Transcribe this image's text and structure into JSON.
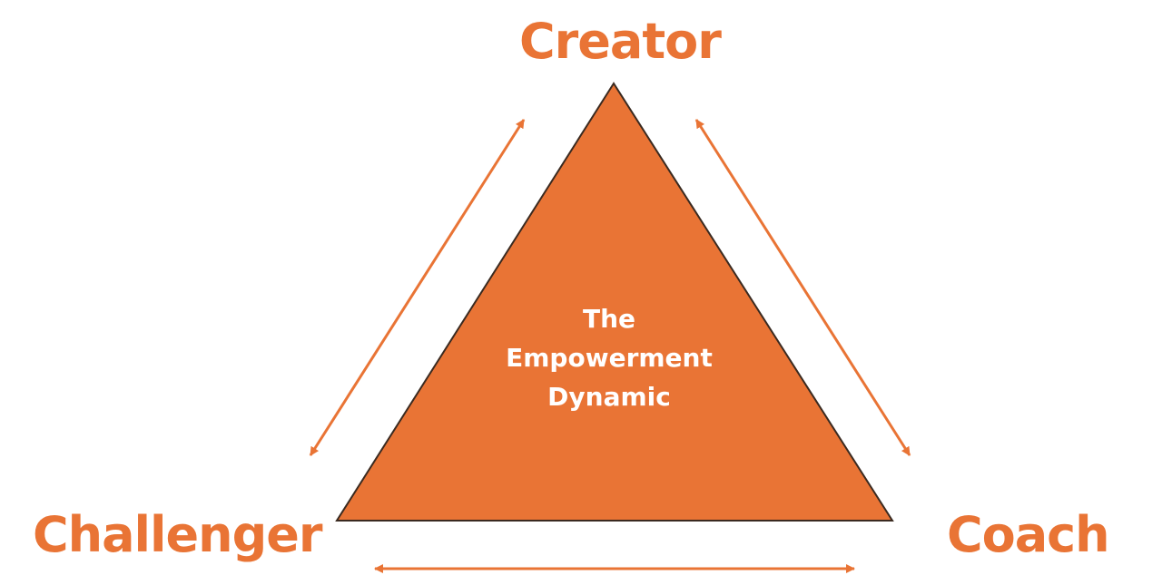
{
  "colors": {
    "accent": "#E97435",
    "outline": "#3a2a20",
    "background": "#FFFFFF",
    "center_text": "#FFFFFF"
  },
  "roles": {
    "top": "Creator",
    "bottom_left": "Challenger",
    "bottom_right": "Coach"
  },
  "center": {
    "line1": "The",
    "line2": "Empowerment",
    "line3": "Dynamic"
  },
  "connectors": {
    "count": 3,
    "style": "double-headed-arrow",
    "icon": "double-arrow-icon"
  }
}
